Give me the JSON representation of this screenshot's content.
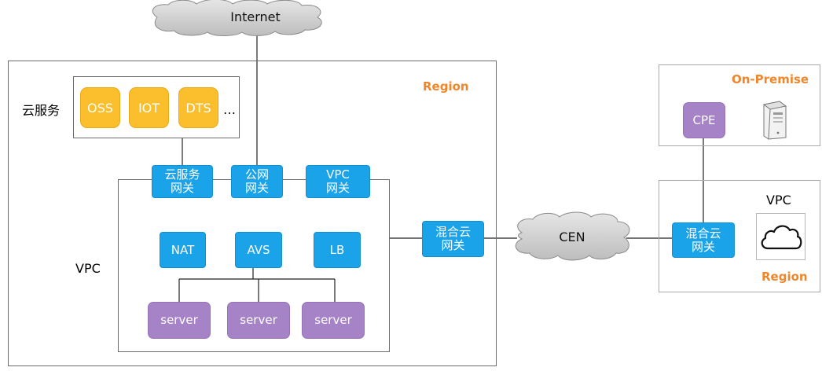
{
  "nodes": {
    "internet": "Internet",
    "cloud_service_label": "云服务",
    "oss": "OSS",
    "iot": "IOT",
    "dts": "DTS",
    "ellipsis": "…",
    "cloud_service_gateway": "云服务\n网关",
    "public_gateway": "公网\n网关",
    "vpc_gateway": "VPC\n网关",
    "nat": "NAT",
    "avs": "AVS",
    "lb": "LB",
    "server_1": "server",
    "server_2": "server",
    "server_3": "server",
    "vpc_label_left": "VPC",
    "region_left": "Region",
    "hybrid_gateway_left": "混合云\n网关",
    "cen": "CEN",
    "hybrid_gateway_right": "混合云\n网关",
    "on_premise": "On-Premise",
    "cpe": "CPE",
    "vpc_label_right": "VPC",
    "region_right": "Region"
  },
  "icons": {
    "server_tower": "server-tower-icon",
    "cloud": "cloud-outline-icon"
  },
  "colors": {
    "gateway_blue": "#1aa3e8",
    "service_orange": "#fbbe2c",
    "server_purple": "#a683c7",
    "region_orange": "#f0862b",
    "cloud_gray": "#c9c9c9"
  }
}
